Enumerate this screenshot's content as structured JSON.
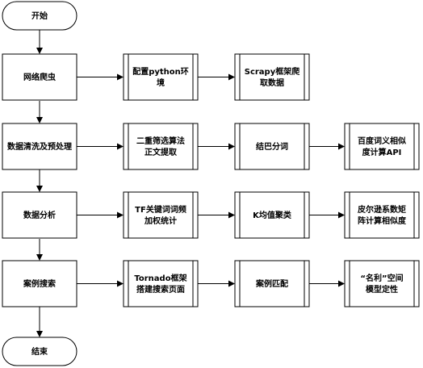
{
  "start": {
    "label": "开始"
  },
  "end": {
    "label": "结束"
  },
  "rows": [
    {
      "main": "网络爬虫",
      "steps": [
        [
          "配置python环",
          "境"
        ],
        [
          "Scrapy框架爬",
          "取数据"
        ]
      ]
    },
    {
      "main": "数据清洗及预处理",
      "steps": [
        [
          "二重筛选算法",
          "正文提取"
        ],
        [
          "结巴分词"
        ],
        [
          "百度词义相似",
          "度计算API"
        ]
      ]
    },
    {
      "main": "数据分析",
      "steps": [
        [
          "TF关键词词频",
          "加权统计"
        ],
        [
          "K均值聚类"
        ],
        [
          "皮尔逊系数矩",
          "阵计算相似度"
        ]
      ]
    },
    {
      "main": "案例搜索",
      "steps": [
        [
          "Tornado框架",
          "搭建搜索页面"
        ],
        [
          "案例匹配"
        ],
        [
          "“名利”空间",
          "模型定性"
        ]
      ]
    }
  ]
}
